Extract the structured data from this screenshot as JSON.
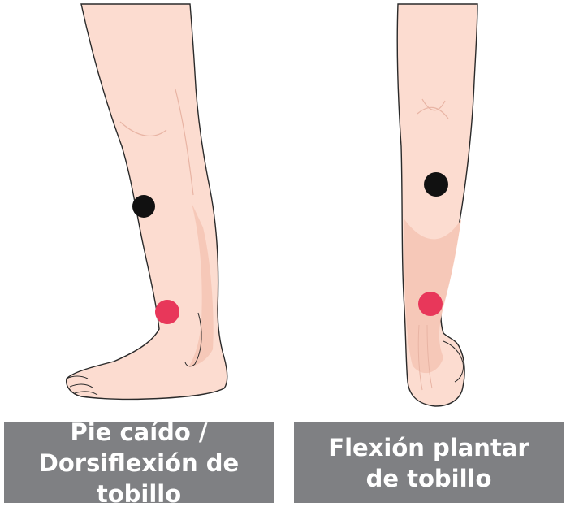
{
  "labels": {
    "left": {
      "line1": "Pie caído /",
      "line2": "Dorsiflexión de tobillo"
    },
    "right": {
      "line1": "Flexión plantar",
      "line2": "de tobillo"
    }
  },
  "colors": {
    "skin": "#fcdcd0",
    "skin_shadow": "#f6c8b8",
    "outline": "#2a2a2a",
    "electrode_black": "#111111",
    "electrode_red": "#e8375a",
    "label_bg": "#7f8083",
    "label_text": "#ffffff"
  }
}
